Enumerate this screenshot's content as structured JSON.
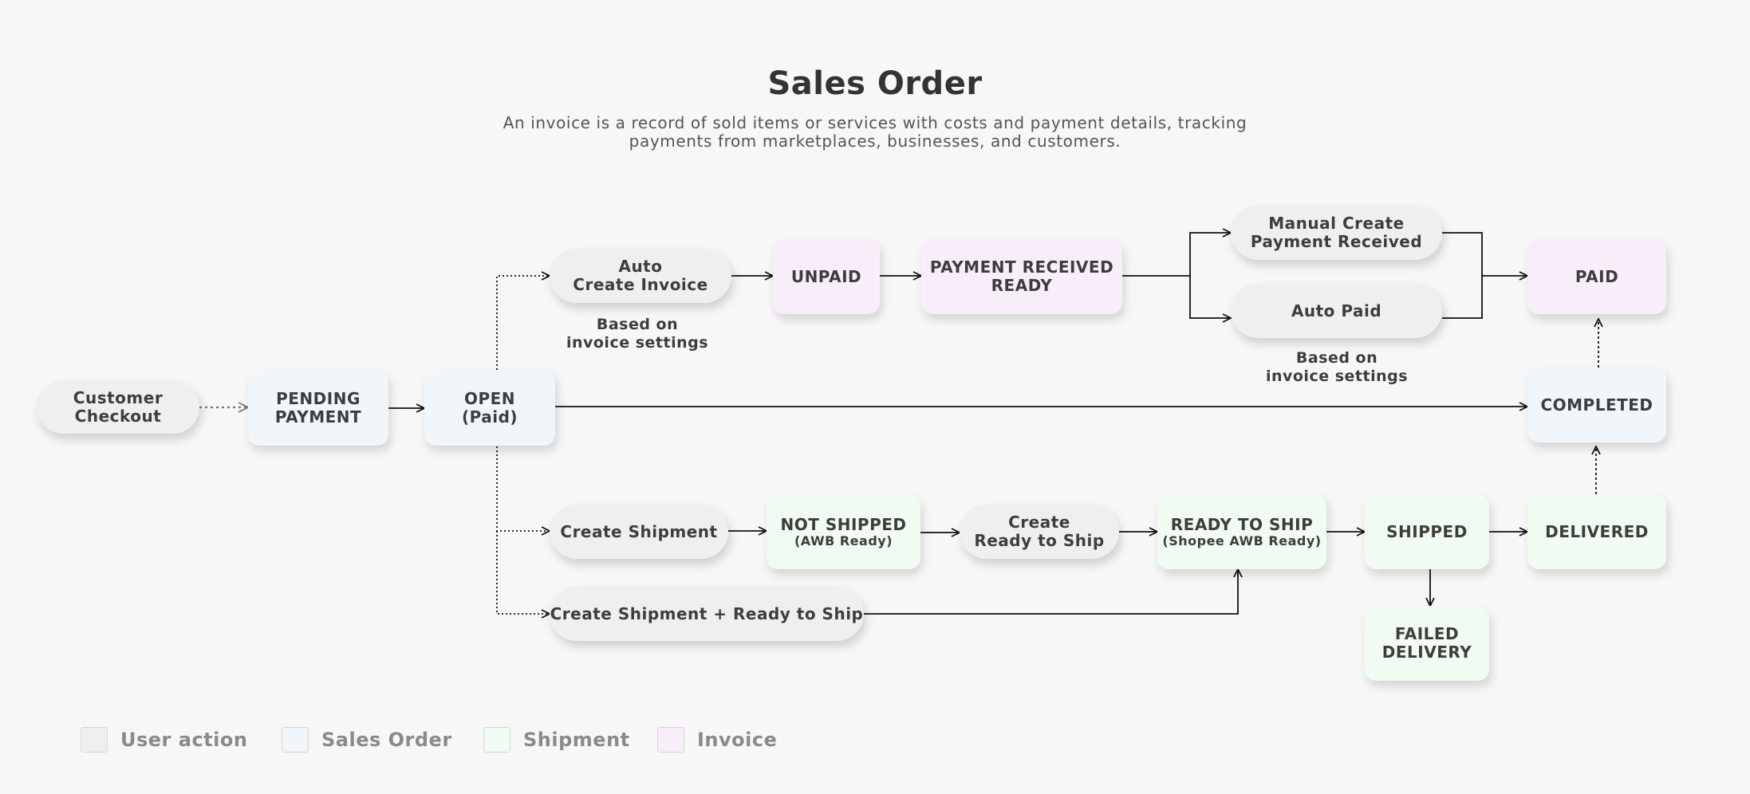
{
  "title": "Sales Order",
  "subtitle": "An invoice is a record of sold items or services with costs and payment details, tracking payments from marketplaces, businesses, and customers.",
  "nodes": {
    "customer_checkout": "Customer\nCheckout",
    "pending_payment": "PENDING\nPAYMENT",
    "open_paid": "OPEN\n(Paid)",
    "auto_create_invoice": "Auto\nCreate Invoice",
    "unpaid": "UNPAID",
    "payment_received_ready": "PAYMENT RECEIVED\nREADY",
    "manual_create_payment_received": "Manual Create\nPayment Received",
    "auto_paid": "Auto Paid",
    "paid": "PAID",
    "completed": "COMPLETED",
    "create_shipment": "Create Shipment",
    "not_shipped": "NOT SHIPPED",
    "not_shipped_sub": "(AWB Ready)",
    "create_ready_to_ship": "Create\nReady to Ship",
    "ready_to_ship": "READY TO SHIP",
    "ready_to_ship_sub": "(Shopee AWB Ready)",
    "shipped": "SHIPPED",
    "delivered": "DELIVERED",
    "failed_delivery": "FAILED\nDELIVERY",
    "create_shipment_ready_to_ship": "Create Shipment + Ready to Ship"
  },
  "notes": {
    "invoice_settings_1": "Based on\ninvoice settings",
    "invoice_settings_2": "Based on\ninvoice settings"
  },
  "legend": [
    {
      "label": "User action",
      "color": "#efefef"
    },
    {
      "label": "Sales Order",
      "color": "#f1f6fb"
    },
    {
      "label": "Shipment",
      "color": "#f0fbf1"
    },
    {
      "label": "Invoice",
      "color": "#f8eef9"
    }
  ]
}
